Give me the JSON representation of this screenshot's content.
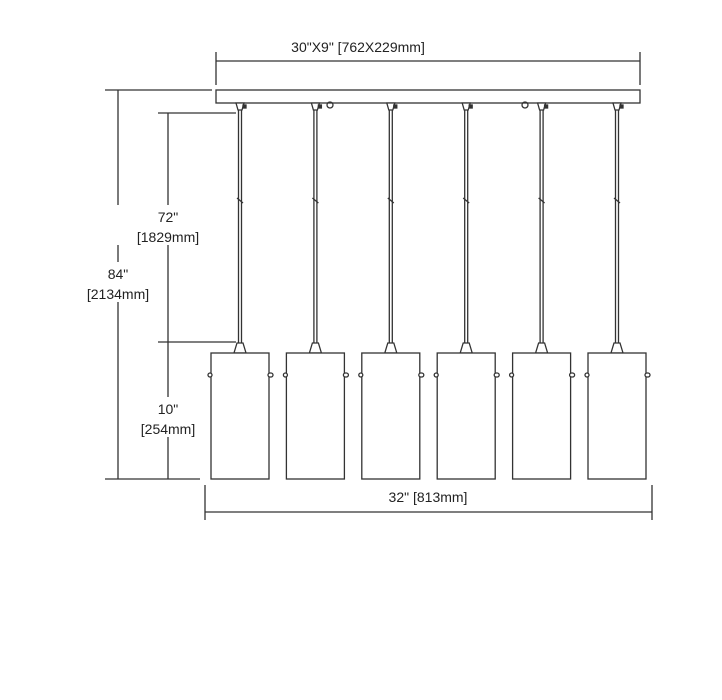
{
  "dimensions": {
    "canopy": "30\"X9\" [762X229mm]",
    "overall_height": {
      "imperial": "84\"",
      "metric": "[2134mm]"
    },
    "cord_length": {
      "imperial": "72\"",
      "metric": "[1829mm]"
    },
    "shade_height": {
      "imperial": "10\"",
      "metric": "[254mm]"
    },
    "overall_width": "32\" [813mm]"
  },
  "pendant_count": 6,
  "line_color": "#333333"
}
